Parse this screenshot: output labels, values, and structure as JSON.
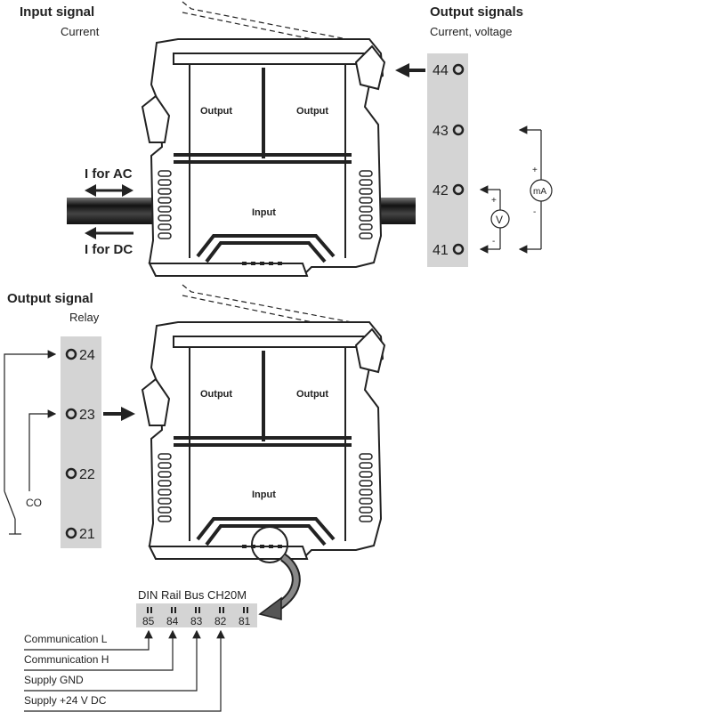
{
  "top_module": {
    "input_title": "Input signal",
    "input_sub": "Current",
    "output_title": "Output signals",
    "output_sub": "Current, voltage",
    "label_output_left": "Output",
    "label_output_right": "Output",
    "label_input": "Input",
    "ac_label": "I for AC",
    "dc_label": "I for DC",
    "terminals": [
      "44",
      "43",
      "42",
      "41"
    ],
    "voltmeter": "V",
    "ammeter": "mA",
    "plus": "+",
    "minus": "-"
  },
  "bottom_module": {
    "output_title": "Output signal",
    "output_sub": "Relay",
    "label_output_left": "Output",
    "label_output_right": "Output",
    "label_input": "Input",
    "terminals": [
      "24",
      "23",
      "22",
      "21"
    ],
    "contact_label": "CO"
  },
  "bus": {
    "title": "DIN Rail Bus CH20M",
    "pins": [
      "85",
      "84",
      "83",
      "82",
      "81"
    ],
    "lines": [
      "Communication L",
      "Communication H",
      "Supply GND",
      "Supply +24 V DC"
    ]
  },
  "colors": {
    "strip": "#d4d4d4",
    "ink": "#222222",
    "cable": "#333333"
  }
}
